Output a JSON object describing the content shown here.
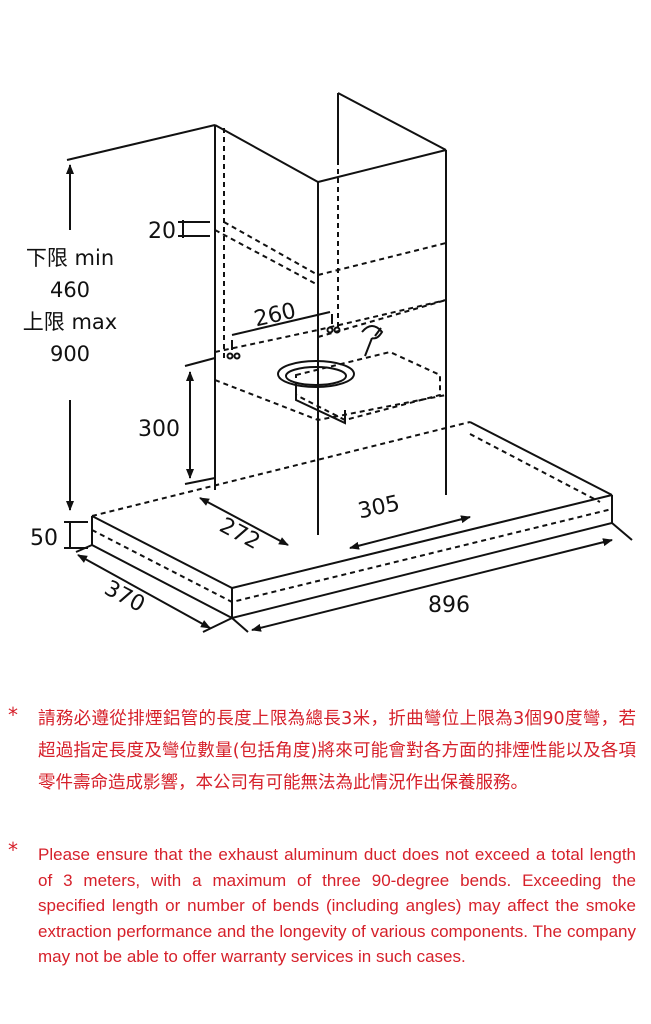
{
  "diagram": {
    "side_label": {
      "min_label": "下限 min",
      "min_value": "460",
      "max_label": "上限 max",
      "max_value": "900"
    },
    "dimensions": {
      "d20": "20",
      "d260": "260",
      "d300": "300",
      "d305": "305",
      "d50": "50",
      "d272": "272",
      "d370": "370",
      "d896": "896"
    }
  },
  "notes": {
    "zh": {
      "marker": "*",
      "text": "請務必遵從排煙鋁管的長度上限為總長3米，折曲彎位上限為3個90度彎，若超過指定長度及彎位數量(包括角度)將來可能會對各方面的排煙性能以及各項零件壽命造成影響，本公司有可能無法為此情況作出保養服務。"
    },
    "en": {
      "marker": "*",
      "text": "Please ensure that the exhaust aluminum duct does not exceed a total length of 3 meters, with a maximum of three 90-degree bends. Exceeding the specified length or number of bends (including angles) may affect the smoke extraction performance and the longevity of various components. The company may not be able to offer warranty services in such cases."
    }
  },
  "colors": {
    "line": "#111111",
    "note_text": "#d6202a"
  }
}
